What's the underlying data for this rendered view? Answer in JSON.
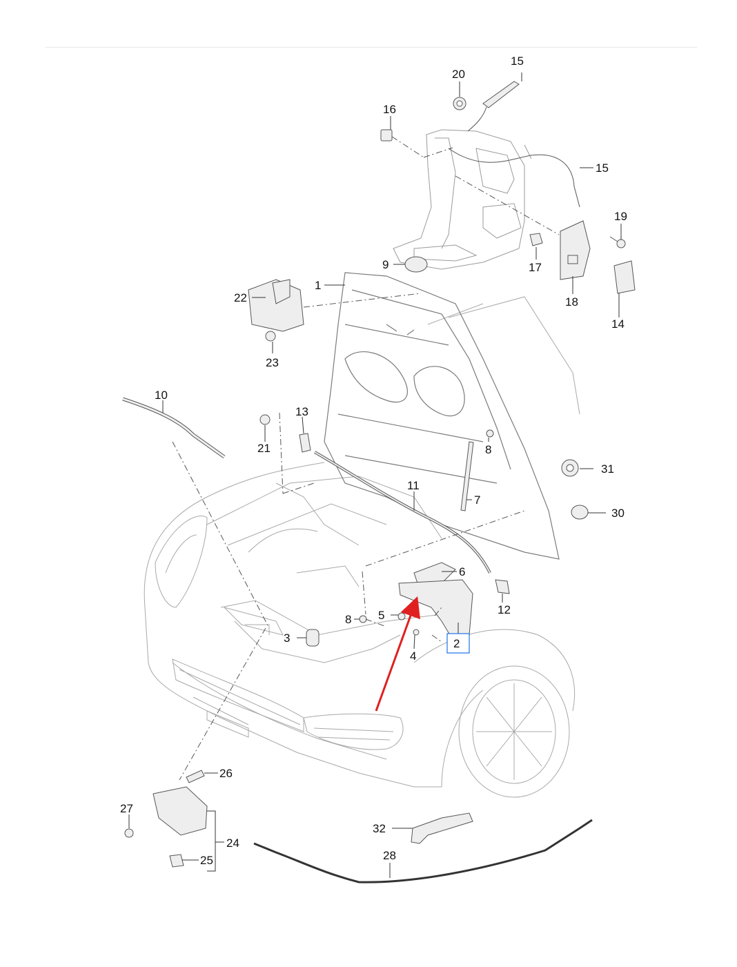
{
  "diagram": {
    "highlight_color": "#1a73e8",
    "arrow_color": "#e02020",
    "callouts": [
      "1",
      "2",
      "3",
      "4",
      "5",
      "6",
      "7",
      "8",
      "8",
      "9",
      "10",
      "11",
      "12",
      "13",
      "14",
      "15",
      "15",
      "16",
      "17",
      "18",
      "19",
      "20",
      "21",
      "22",
      "23",
      "24",
      "25",
      "26",
      "27",
      "28",
      "30",
      "31",
      "32"
    ],
    "highlighted_part": "2"
  }
}
